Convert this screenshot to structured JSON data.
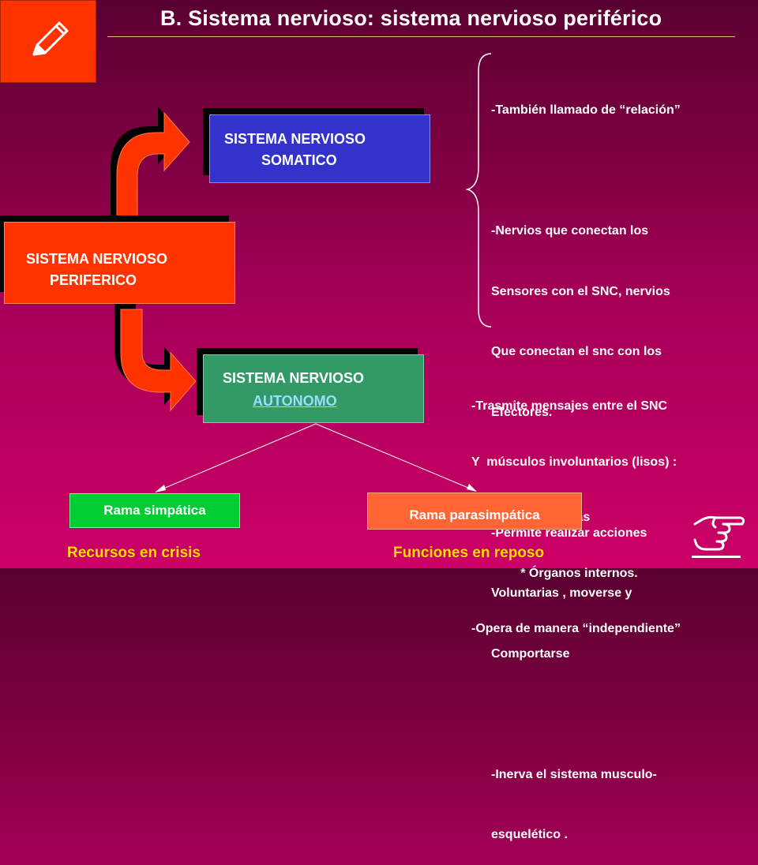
{
  "header": {
    "title": "B. Sistema nervioso: sistema nervioso periférico",
    "pencil_icon": "pencil-icon"
  },
  "colors": {
    "somatico": "#3333cc",
    "periferico": "#ff3300",
    "autonomo": "#339966",
    "rama_simpatica": "#00cc33",
    "rama_parasimpatica": "#ff6633",
    "caption": "#ffdd00"
  },
  "diagram": {
    "periferico": {
      "line1": "SISTEMA NERVIOSO",
      "line2": "PERIFERICO"
    },
    "somatico": {
      "line1": "SISTEMA NERVIOSO",
      "line2": "SOMATICO"
    },
    "autonomo": {
      "line1": "SISTEMA NERVIOSO",
      "line2": "AUTONOMO"
    },
    "rama_simpatica": "Rama simpática",
    "rama_parasimpatica": "Rama parasimpática",
    "caption_simpatica": "Recursos en crisis",
    "caption_parasimpatica": "Funciones en reposo"
  },
  "notes": {
    "somatico": [
      "-También llamado de “relación”",
      "",
      "-Nervios que conectan los",
      "Sensores con el SNC, nervios",
      "Que conectan el snc con los",
      "Efectores.",
      "",
      "-Permite realizar acciones",
      "Voluntarias , moverse y",
      "Comportarse",
      "",
      "-Inerva el sistema musculo-",
      "esquelético ."
    ],
    "autonomo": [
      "-Trasmite mensajes entre el SNC",
      "Y  músculos involuntarios (lisos) :",
      "              * Glándulas",
      "              * Órganos internos.",
      "-Opera de manera “independiente”"
    ]
  },
  "footer": {
    "hand_icon": "pointing-hand-icon"
  }
}
